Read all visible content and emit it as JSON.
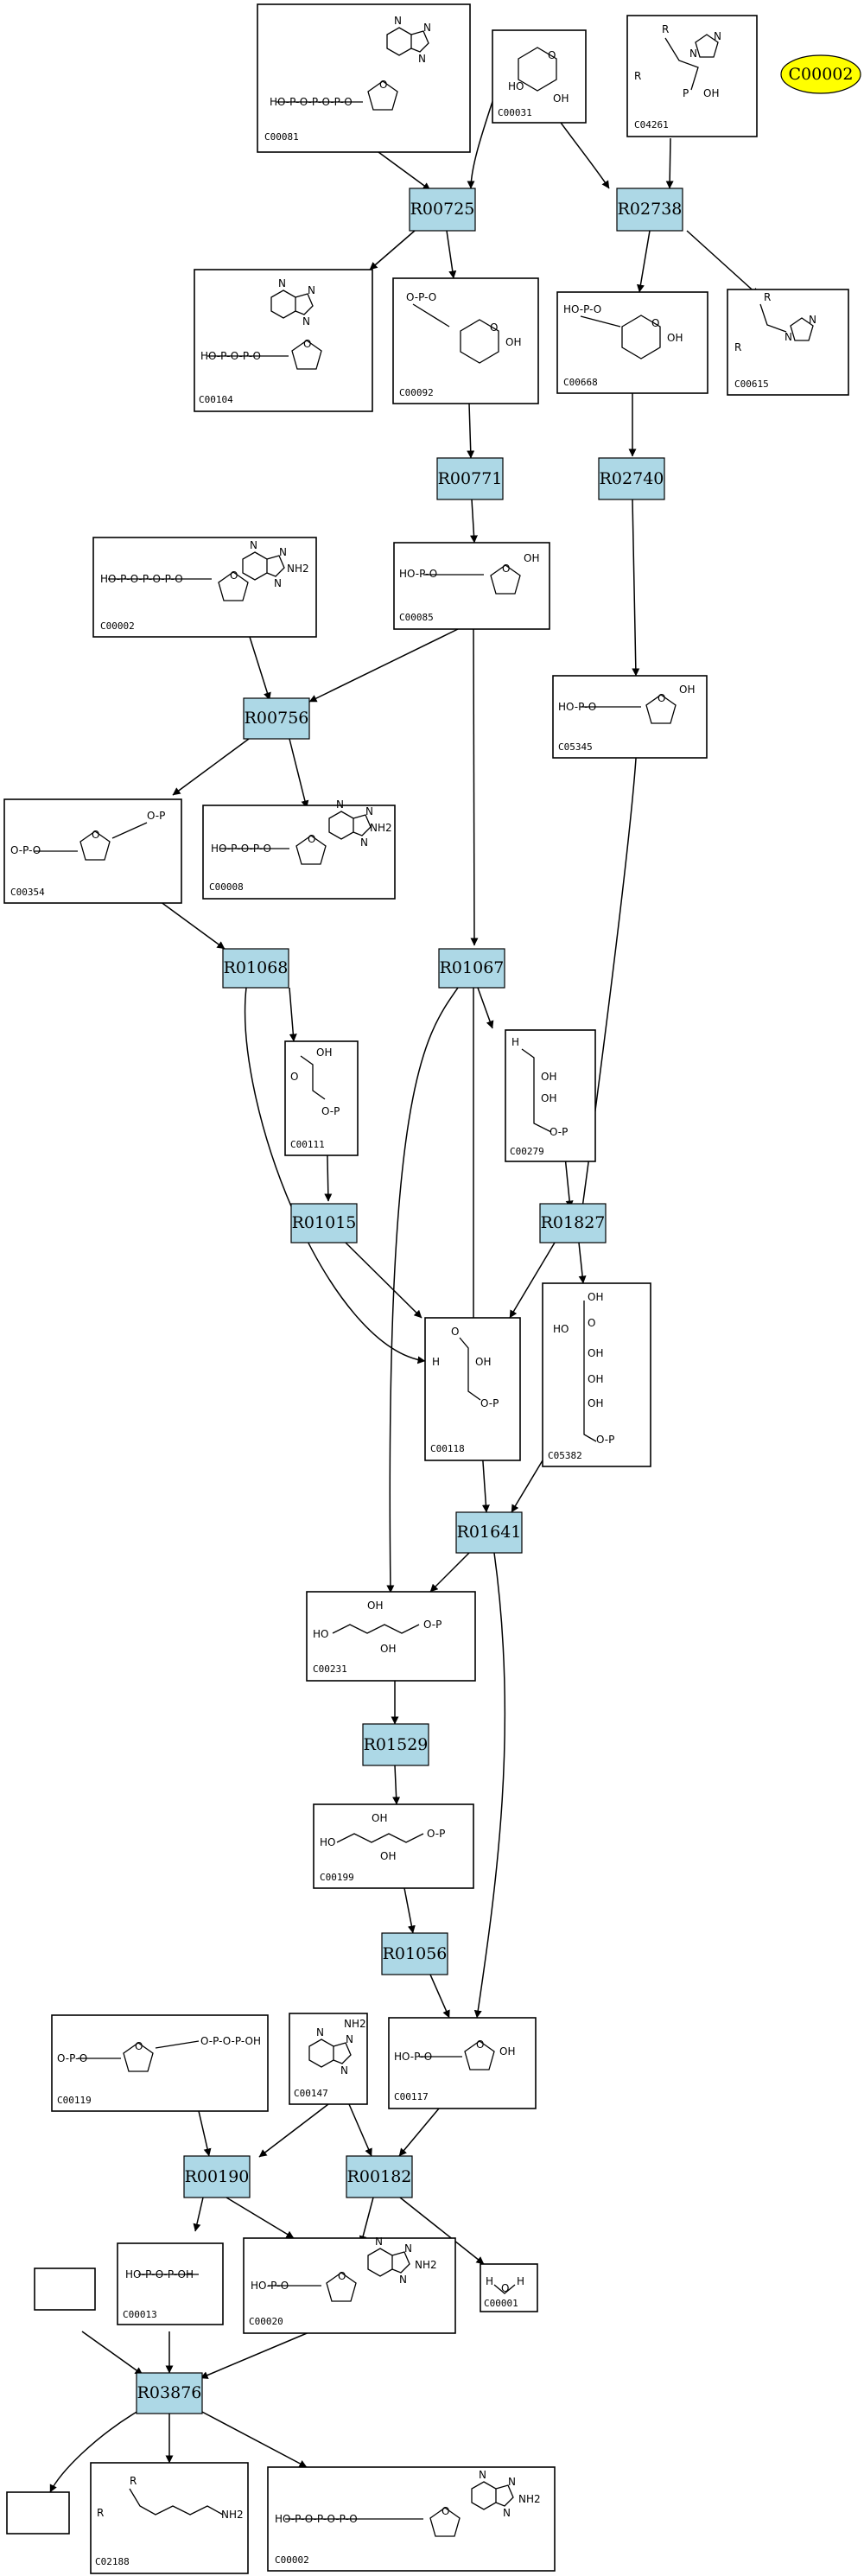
{
  "reactions": {
    "R00725": "R00725",
    "R02738": "R02738",
    "R00771": "R00771",
    "R02740": "R02740",
    "R00756": "R00756",
    "R01068": "R01068",
    "R01067": "R01067",
    "R01015": "R01015",
    "R01827": "R01827",
    "R01641": "R01641",
    "R01529": "R01529",
    "R01056": "R01056",
    "R00190": "R00190",
    "R00182": "R00182",
    "R03876": "R03876"
  },
  "compounds": {
    "C00081": "C00081",
    "C00031": "C00031",
    "C04261": "C04261",
    "C00104": "C00104",
    "C00092": "C00092",
    "C00668": "C00668",
    "C00615": "C00615",
    "C00002_a": "C00002",
    "C00085": "C00085",
    "C05345": "C05345",
    "C00354": "C00354",
    "C00008": "C00008",
    "C00111": "C00111",
    "C00279": "C00279",
    "C00118": "C00118",
    "C05382": "C05382",
    "C00231": "C00231",
    "C00199": "C00199",
    "C00119": "C00119",
    "C00147": "C00147",
    "C00117": "C00117",
    "C00013": "C00013",
    "C00020": "C00020",
    "C00001": "C00001",
    "C02188": "C02188",
    "C00002_b": "C00002"
  },
  "highlight": {
    "label": "C00002",
    "color": "#ffff00"
  },
  "colors": {
    "reaction_fill": "#add8e6",
    "edge": "#000000"
  }
}
